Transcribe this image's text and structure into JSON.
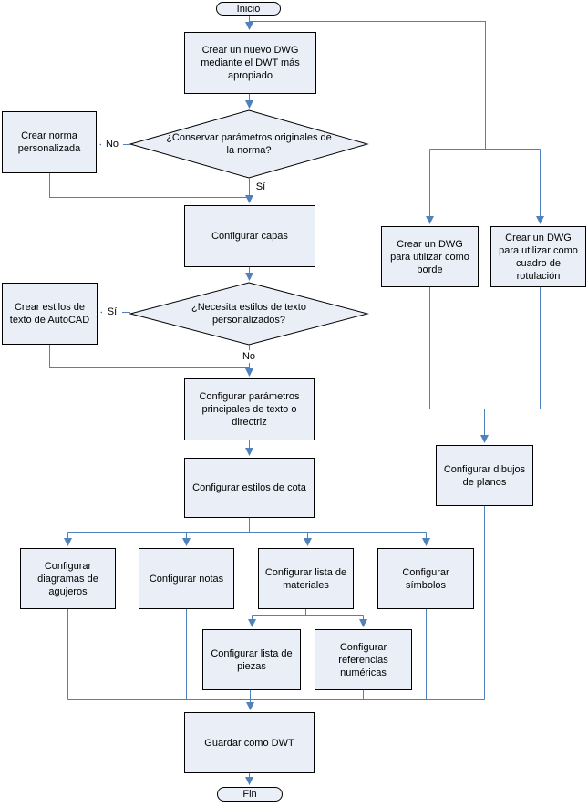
{
  "diagram": {
    "start": "Inicio",
    "end": "Fin",
    "nodes": {
      "create_dwg": "Crear un nuevo DWG mediante el DWT más apropiado",
      "custom_standard": "Crear norma personalizada",
      "decision_standard": "¿Conservar parámetros originales de la norma?",
      "layers": "Configurar capas",
      "text_styles": "Crear estilos de texto de AutoCAD",
      "decision_text": "¿Necesita estilos de texto personalizados?",
      "text_params": "Configurar parámetros principales de texto o directriz",
      "dim_styles": "Configurar estilos de cota",
      "hole_charts": "Configurar diagramas de agujeros",
      "notes": "Configurar notas",
      "bom": "Configurar lista de materiales",
      "symbols": "Configurar símbolos",
      "parts_list": "Configurar lista de piezas",
      "balloons": "Configurar referencias numéricas",
      "border_dwg": "Crear un DWG para utilizar como borde",
      "titleblock_dwg": "Crear un DWG para utilizar como cuadro de rotulación",
      "sheet_drawings": "Configurar dibujos de planos",
      "save_dwt": "Guardar como DWT"
    },
    "edge_labels": {
      "decision_standard_no": "No",
      "decision_standard_yes": "Sí",
      "decision_text_yes": "Sí",
      "decision_text_no": "No"
    },
    "colors": {
      "connector": "#4f81bd",
      "shape_fill": "#e9eef7",
      "shape_border": "#000000",
      "text": "#000000"
    }
  }
}
